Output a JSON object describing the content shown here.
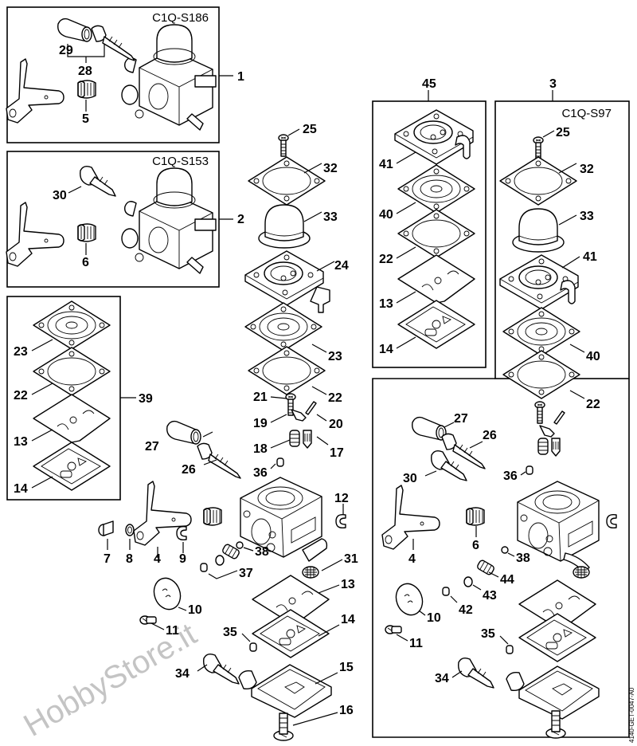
{
  "diagram": {
    "title": "Carburetor exploded parts view",
    "doc_id": "4140-GET-0047-A0",
    "watermark": "HobbyStore.it",
    "panels": {
      "s186": {
        "code": "C1Q-S186",
        "ref": "1"
      },
      "s153": {
        "code": "C1Q-S153",
        "ref": "2"
      },
      "kit39": {
        "ref": "39"
      },
      "kit45": {
        "ref": "45"
      },
      "s97": {
        "code": "C1Q-S97",
        "ref": "3"
      }
    },
    "labels": {
      "p1_29": "29",
      "p1_28": "28",
      "p1_5": "5",
      "p2_30": "30",
      "p2_6": "6",
      "k39_23": "23",
      "k39_22": "22",
      "k39_13": "13",
      "k39_14": "14",
      "c_25": "25",
      "c_32": "32",
      "c_33": "33",
      "c_24": "24",
      "c_23": "23",
      "c_22": "22",
      "c_21": "21",
      "c_20": "20",
      "c_19": "19",
      "c_18": "18",
      "c_17": "17",
      "c_36": "36",
      "c_27": "27",
      "c_26": "26",
      "c_12": "12",
      "c_7": "7",
      "c_8": "8",
      "c_4": "4",
      "c_9": "9",
      "c_38": "38",
      "c_37": "37",
      "c_31": "31",
      "c_13": "13",
      "c_10": "10",
      "c_11": "11",
      "c_14": "14",
      "c_35": "35",
      "c_34": "34",
      "c_15": "15",
      "c_16": "16",
      "k45_41": "41",
      "k45_40": "40",
      "k45_22": "22",
      "k45_13": "13",
      "k45_14": "14",
      "r_25": "25",
      "r_32": "32",
      "r_33": "33",
      "r_41": "41",
      "r_40": "40",
      "r_22": "22",
      "r_27": "27",
      "r_26": "26",
      "r_30": "30",
      "r_36": "36",
      "r_4": "4",
      "r_6": "6",
      "r_38": "38",
      "r_44": "44",
      "r_43": "43",
      "r_42": "42",
      "r_10": "10",
      "r_11": "11",
      "r_35": "35",
      "r_34": "34"
    }
  }
}
